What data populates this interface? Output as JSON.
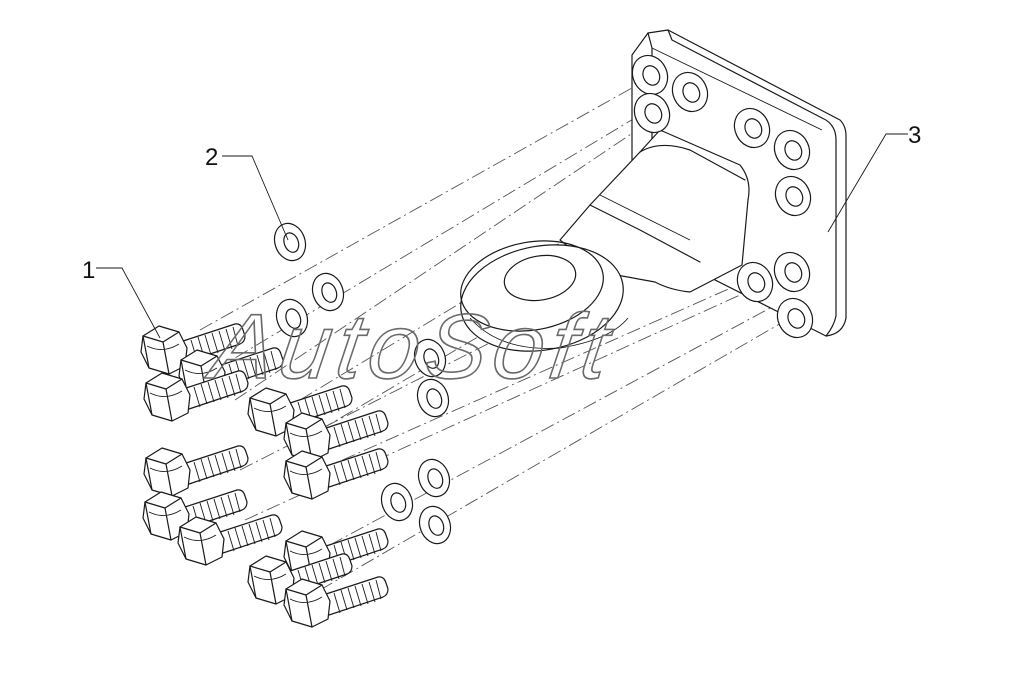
{
  "callouts": [
    {
      "id": "bolt",
      "label": "1"
    },
    {
      "id": "washer",
      "label": "2"
    },
    {
      "id": "towing-eye",
      "label": "3"
    }
  ],
  "watermark": "AutoSoft",
  "colors": {
    "line": "#1a1a1a",
    "watermark": "#6a6a6a",
    "background": "#ffffff"
  }
}
